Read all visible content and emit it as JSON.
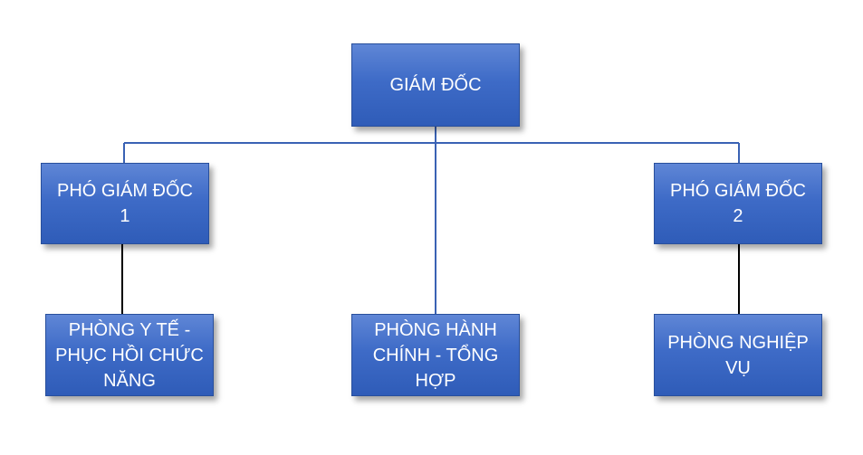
{
  "nodes": {
    "director": {
      "label": "GIÁM ĐỐC"
    },
    "deputy1": {
      "label": "PHÓ GIÁM ĐỐC\n1"
    },
    "deputy2": {
      "label": "PHÓ GIÁM ĐỐC\n2"
    },
    "medical": {
      "label": "PHÒNG Y TẾ -\nPHỤC HỒI CHỨC\nNĂNG"
    },
    "admin": {
      "label": "PHÒNG HÀNH\nCHÍNH - TỔNG\nHỢP"
    },
    "operations": {
      "label": "PHÒNG NGHIỆP\nVỤ"
    }
  },
  "colors": {
    "box_fill": "#3e6bc7",
    "box_border": "#284f9c",
    "connector_blue": "#3a62b4",
    "connector_black": "#000000",
    "text": "#ffffff"
  }
}
